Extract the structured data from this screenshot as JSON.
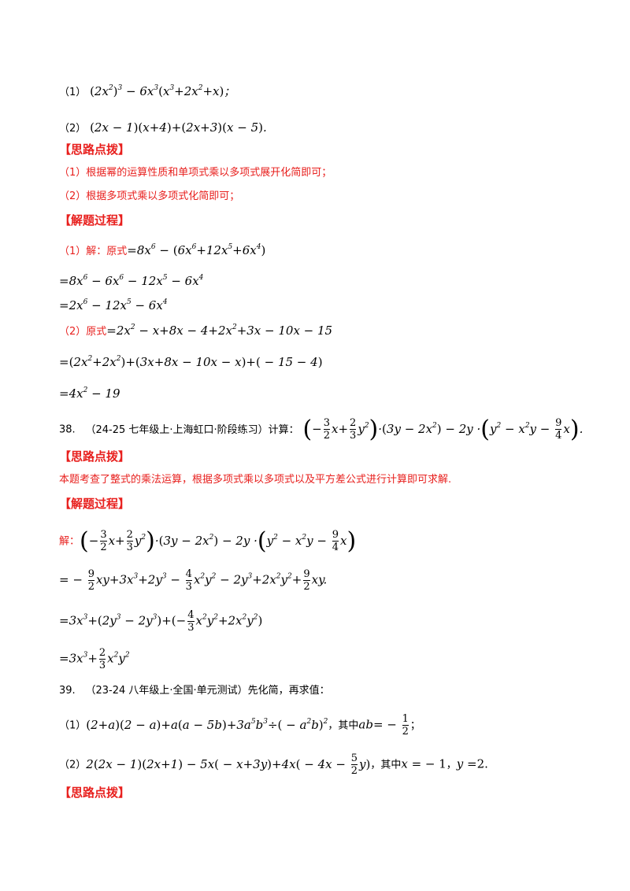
{
  "p1": {
    "num": "（1）",
    "expr": "(2x²)³ − 6x³(x³ + 2x² + x)；"
  },
  "p2": {
    "num": "（2）",
    "expr": "(2x − 1)(x + 4) + (2x + 3)(x − 5)."
  },
  "h1": "【思路点拨】",
  "hint1": "（1）根据幂的运算性质和单项式乘以多项式展开化简即可；",
  "hint2": "（2）根据多项式乘以多项式化简即可；",
  "h2": "【解题过程】",
  "s1a_pre": "（1）解：原式",
  "s1a_expr": "=8x⁶ − (6x⁶ + 12x⁵ + 6x⁴)",
  "s1b": "=8x⁶ − 6x⁶ − 12x⁵ − 6x⁴",
  "s1c": "=2x⁶ − 12x⁵ − 6x⁴",
  "s2a_pre": "（2）原式",
  "s2a_expr": "=2x² − x + 8x − 4 + 2x² + 3x − 10x − 15",
  "s2b": "=(2x² + 2x²) + (3x + 8x − 10x − x) + (−15 − 4)",
  "s2c": "=4x² − 19",
  "q38_num": "38.",
  "q38_src": "（24-25 七年级上·上海虹口·阶段练习）计算：",
  "q38_expr": "(−3/2 x + 2/3 y²)·(3y − 2x²) − 2y·(y² − x²y − 9/4 x).",
  "h3": "【思路点拨】",
  "hint38": "本题考查了整式的乘法运算，根据多项式乘以多项式以及平方差公式进行计算即可求解.",
  "h4": "【解题过程】",
  "s38_pre": "解：",
  "s38_a": "(−3/2 x + 2/3 y²)·(3y − 2x²) − 2y·(y² − x²y − 9/4 x)",
  "s38_b": "= −9/2 xy + 3x³ + 2y³ − 4/3 x²y² − 2y³ + 2x²y² + 9/2 xy.",
  "s38_c": "=3x³ + (2y³ − 2y³) + (−4/3 x²y² + 2x²y²)",
  "s38_d": "=3x³ + 2/3 x²y²",
  "q39_num": "39.",
  "q39_src": "（23-24 八年级上·全国·单元测试）先化简，再求值：",
  "q39_1": "（1）(2+a)(2−a) + a(a−5b) + 3a⁵b³ ÷ (−a²b)²，其中ab = −1/2；",
  "q39_2": "（2）2(2x−1)(2x+1) − 5x(−x+3y) + 4x(−4x − 5/2 y)，其中x = −1，y = 2.",
  "h5": "【思路点拨】"
}
